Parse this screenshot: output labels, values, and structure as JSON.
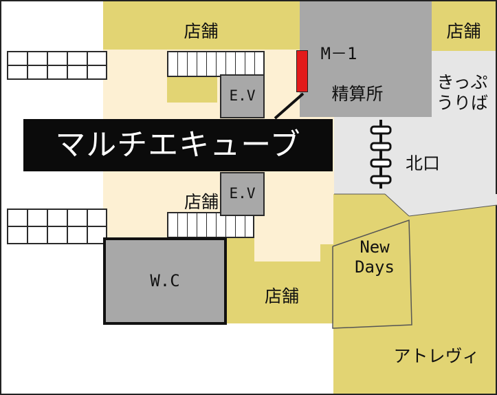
{
  "map": {
    "shops": {
      "top_left": "店舗",
      "top_right": "店舗",
      "middle_small": "店舗",
      "bottom_center": "店舗"
    },
    "machine_id": "M－1",
    "fare_adjustment": "精算所",
    "ticket_sales": "きっぷ\nうりば",
    "elevator_upper": "E.V",
    "elevator_lower": "E.V",
    "banner": "マルチエキューブ",
    "north_exit": "北口",
    "newdays": "New\nDays",
    "restroom": "W.C",
    "atelier": "アトレヴィ"
  }
}
